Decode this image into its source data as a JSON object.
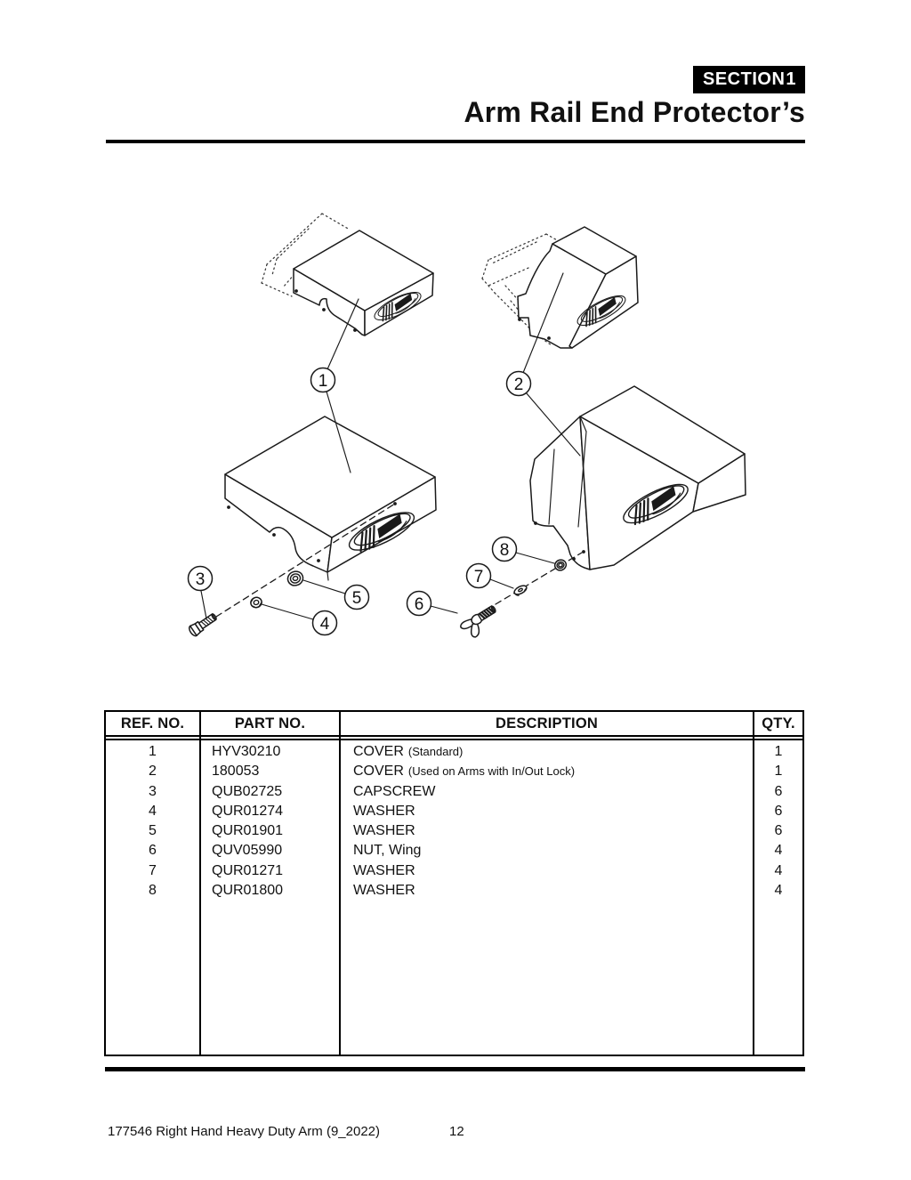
{
  "header": {
    "section_label": "SECTION",
    "section_number": "1",
    "title": "Arm Rail End Protector’s"
  },
  "diagram": {
    "callouts": [
      {
        "n": "1"
      },
      {
        "n": "2"
      },
      {
        "n": "3"
      },
      {
        "n": "4"
      },
      {
        "n": "5"
      },
      {
        "n": "6"
      },
      {
        "n": "7"
      },
      {
        "n": "8"
      }
    ]
  },
  "table": {
    "headers": [
      "REF. NO.",
      "PART NO.",
      "DESCRIPTION",
      "QTY."
    ],
    "rows": [
      {
        "ref": "1",
        "part": "HYV30210",
        "desc": "COVER",
        "note": "(Standard)",
        "qty": "1"
      },
      {
        "ref": "2",
        "part": "180053",
        "desc": "COVER",
        "note": "(Used on Arms with In/Out Lock)",
        "qty": "1"
      },
      {
        "ref": "3",
        "part": "QUB02725",
        "desc": "CAPSCREW",
        "note": "",
        "qty": "6"
      },
      {
        "ref": "4",
        "part": "QUR01274",
        "desc": "WASHER",
        "note": "",
        "qty": "6"
      },
      {
        "ref": "5",
        "part": "QUR01901",
        "desc": "WASHER",
        "note": "",
        "qty": "6"
      },
      {
        "ref": "6",
        "part": "QUV05990",
        "desc": "NUT, Wing",
        "note": "",
        "qty": "4"
      },
      {
        "ref": "7",
        "part": "QUR01271",
        "desc": "WASHER",
        "note": "",
        "qty": "4"
      },
      {
        "ref": "8",
        "part": "QUR01800",
        "desc": "WASHER",
        "note": "",
        "qty": "4"
      }
    ]
  },
  "footer": {
    "document": "177546 Right Hand Heavy Duty Arm (9_2022)",
    "page_number": "12"
  },
  "colors": {
    "ink": "#111111",
    "paper": "#ffffff"
  }
}
